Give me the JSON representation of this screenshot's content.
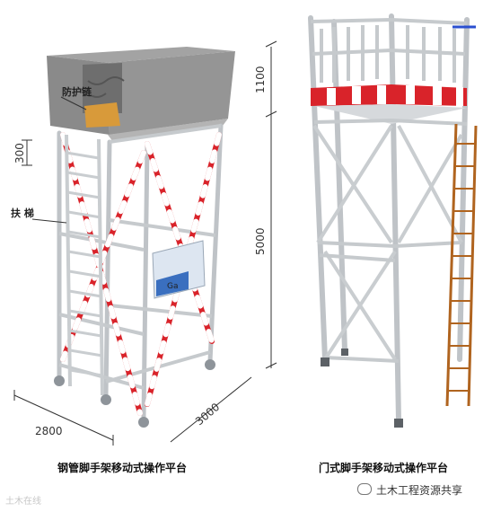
{
  "left_figure": {
    "labels": {
      "guard_chain": "防护链",
      "ladder": "扶 梯",
      "sign": "Ga"
    },
    "dimensions": {
      "rung_spacing": "300",
      "width": "2800",
      "depth": "3000"
    },
    "caption": "钢管脚手架移动式操作平台"
  },
  "right_figure": {
    "dimensions": {
      "guardrail_height": "1100",
      "platform_height": "5000"
    },
    "caption": "门式脚手架移动式操作平台"
  },
  "watermarks": {
    "left": "土木在线",
    "right": "土木工程资源共享"
  },
  "colors": {
    "red": "#d9232a",
    "white": "#ffffff",
    "steel": "#bfc3c7",
    "steel_dark": "#8e949a",
    "box": "#8a8a8a",
    "wood": "#b0641f"
  }
}
